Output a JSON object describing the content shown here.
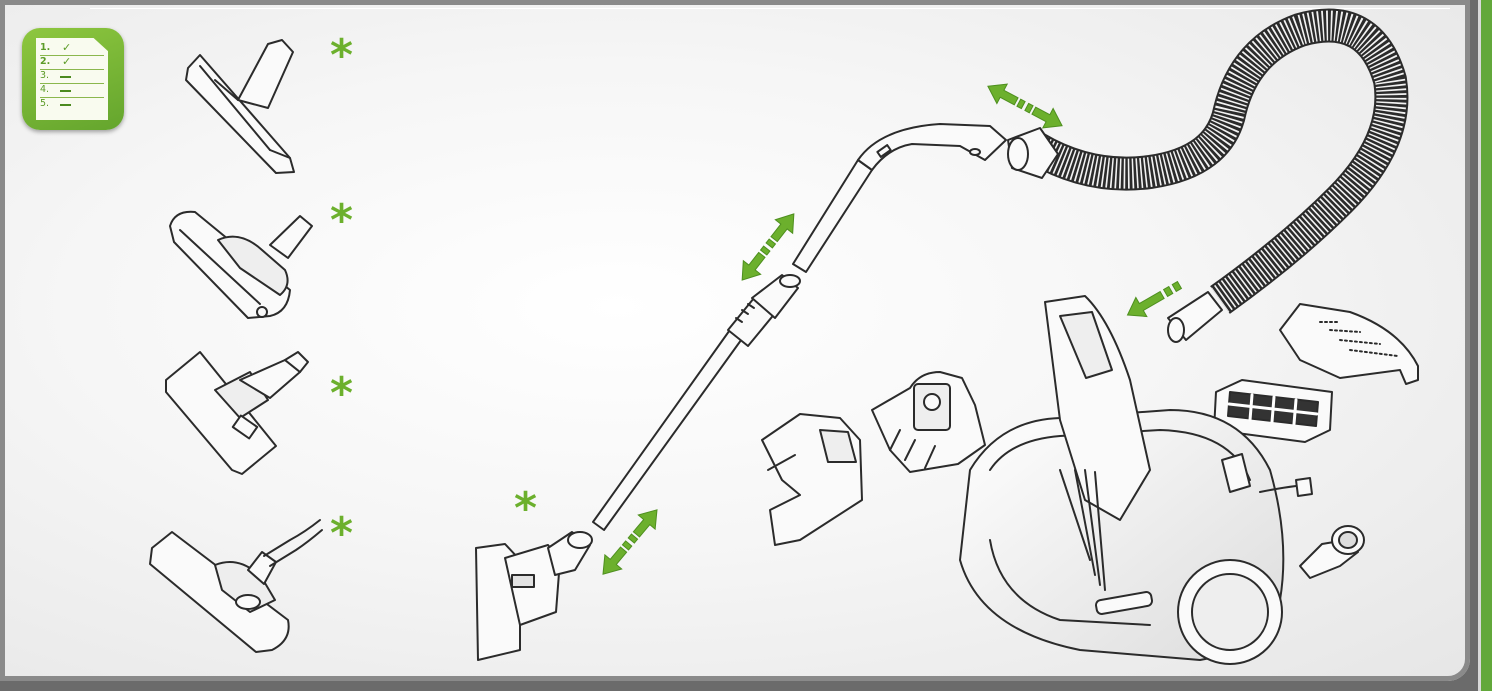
{
  "checklist": {
    "rows": [
      {
        "num": "1.",
        "mark": "✓"
      },
      {
        "num": "2.",
        "mark": "✓"
      },
      {
        "num": "3.",
        "mark": "—"
      },
      {
        "num": "4.",
        "mark": "—"
      },
      {
        "num": "5.",
        "mark": "—"
      }
    ]
  },
  "asterisk": "*",
  "colors": {
    "accent_green": "#6cb02d",
    "line": "#2b2b2b",
    "frame": "#8a8a8a"
  },
  "icons": [
    "checklist-icon",
    "asterisk-icon",
    "double-arrow-icon"
  ]
}
